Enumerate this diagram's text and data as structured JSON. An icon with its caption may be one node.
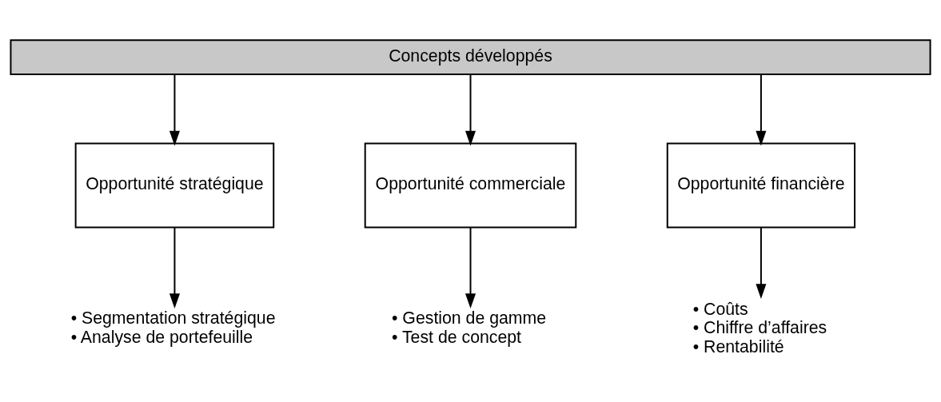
{
  "diagram": {
    "nodes": [
      {
        "text": [
          "Concepts développés"
        ]
      },
      {
        "text": [
          "Opportunité stratégique"
        ]
      },
      {
        "text": [
          "Opportunité commerciale"
        ]
      },
      {
        "text": [
          "Opportunité financière"
        ]
      },
      {
        "text": [
          "• Segmentation stratégique",
          "• Analyse de portefeuille"
        ]
      },
      {
        "text": [
          "• Gestion de gamme",
          "• Test de concept"
        ]
      },
      {
        "text": [
          "• Coûts",
          "• Chiffre d’affaires",
          "• Rentabilité"
        ]
      }
    ],
    "edges": [
      {
        "from": 0,
        "to": 1,
        "arrow": "to"
      },
      {
        "from": 0,
        "to": 2,
        "arrow": "to"
      },
      {
        "from": 0,
        "to": 3,
        "arrow": "to"
      },
      {
        "from": 1,
        "to": 4,
        "arrow": "to"
      },
      {
        "from": 2,
        "to": 5,
        "arrow": "to"
      },
      {
        "from": 3,
        "to": 6,
        "arrow": "to"
      }
    ]
  }
}
